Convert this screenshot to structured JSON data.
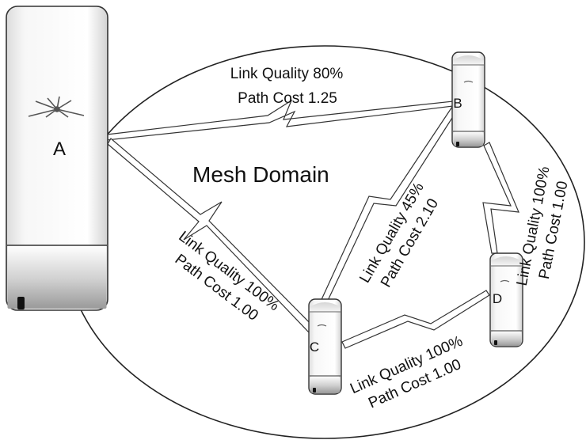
{
  "diagram": {
    "domain_label": "Mesh Domain",
    "nodes": {
      "a": {
        "label": "A"
      },
      "b": {
        "label": "B"
      },
      "c": {
        "label": "C"
      },
      "d": {
        "label": "D"
      }
    },
    "links": {
      "ab": {
        "quality": "Link Quality 80%",
        "cost": "Path Cost 1.25"
      },
      "ac": {
        "quality": "Link Quality 100%",
        "cost": "Path Cost 1.00"
      },
      "bc": {
        "quality": "Link Quality 45%",
        "cost": "Path Cost 2.10"
      },
      "bd": {
        "quality": "Link Quality 100%",
        "cost": "Path Cost 1.00"
      },
      "cd": {
        "quality": "Link Quality 100%",
        "cost": "Path Cost 1.00"
      }
    }
  }
}
